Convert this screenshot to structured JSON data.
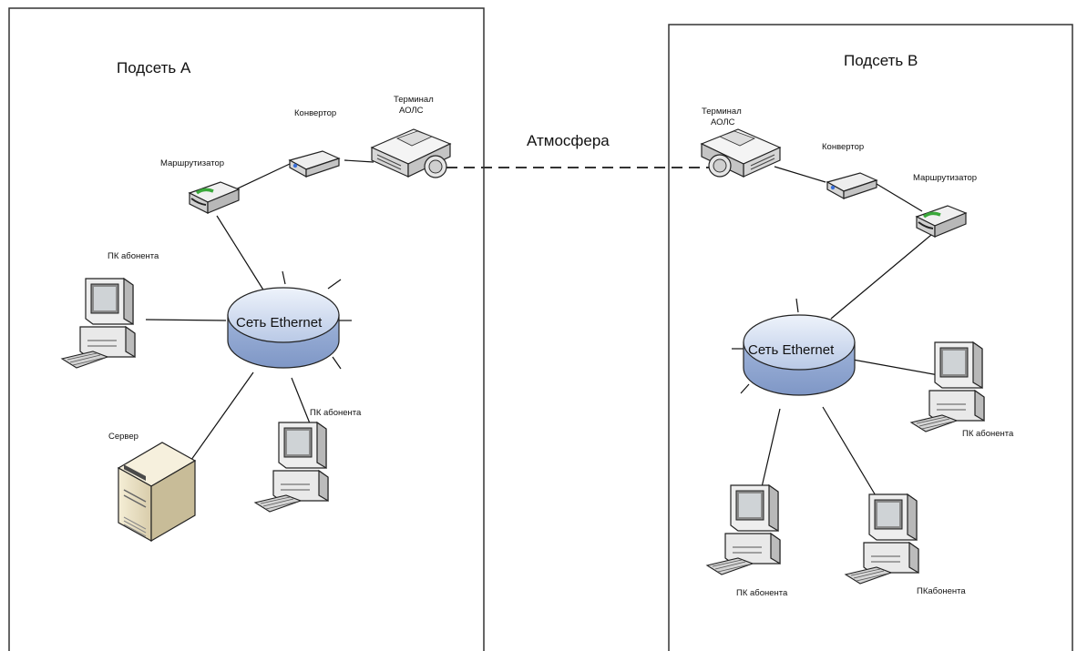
{
  "subnet_a": {
    "title": "Подсеть А",
    "router_label": "Маршрутизатор",
    "converter_label": "Конвертор",
    "terminal_label_line1": "Терминал",
    "terminal_label_line2": "АОЛС",
    "hub_label": "Сеть Ethernet",
    "pc_left_label": "ПК абонента",
    "pc_bottom_label": "ПК абонента",
    "server_label": "Сервер"
  },
  "subnet_b": {
    "title": "Подсеть В",
    "terminal_label_line1": "Терминал",
    "terminal_label_line2": "АОЛС",
    "converter_label": "Конвертор",
    "router_label": "Маршрутизатор",
    "hub_label": "Сеть Ethernet",
    "pc_right_label": "ПК абонента",
    "pc_bottom_left_label": "ПК абонента",
    "pc_bottom_right_label": "ПКабонента"
  },
  "link": {
    "label": "Атмосфера"
  }
}
